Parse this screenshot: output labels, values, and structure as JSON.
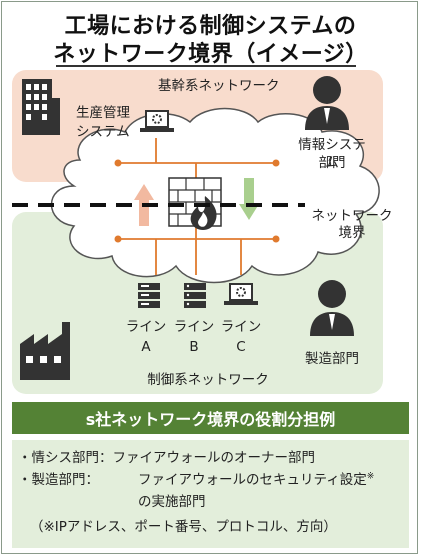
{
  "title": {
    "line1": "工場における制御システムの",
    "line2": "ネットワーク境界（イメージ）"
  },
  "top_zone": {
    "network_label": "基幹系ネットワーク",
    "system_label_1": "生産管理",
    "system_label_2": "システム",
    "dept_label_1": "情報システム",
    "dept_label_2": "部門"
  },
  "boundary": {
    "label_1": "ネットワーク",
    "label_2": "境界"
  },
  "bottom_zone": {
    "lines": [
      {
        "top": "ライン",
        "bottom": "A"
      },
      {
        "top": "ライン",
        "bottom": "B"
      },
      {
        "top": "ライン",
        "bottom": "C"
      }
    ],
    "dept_label": "製造部門",
    "network_label": "制御系ネットワーク"
  },
  "footer": {
    "heading": "s社ネットワーク境界の役割分担例",
    "item1": "・情シス部門：ファイアウォールのオーナー部門",
    "item2_prefix": "・製造部門：",
    "item2_text": "ファイアウォールのセキュリティ設定",
    "item2_mark": "※",
    "item2_cont": "の実施部門",
    "note": "（※IPアドレス、ポート番号、プロトコル、方向）"
  },
  "colors": {
    "top_zone": "#f8dccd",
    "bottom_zone": "#e3eedb",
    "accent_green": "#548235",
    "connector": "#e07a2e",
    "arrow_up": "#f2b9a0",
    "arrow_down": "#a9cf8e"
  }
}
